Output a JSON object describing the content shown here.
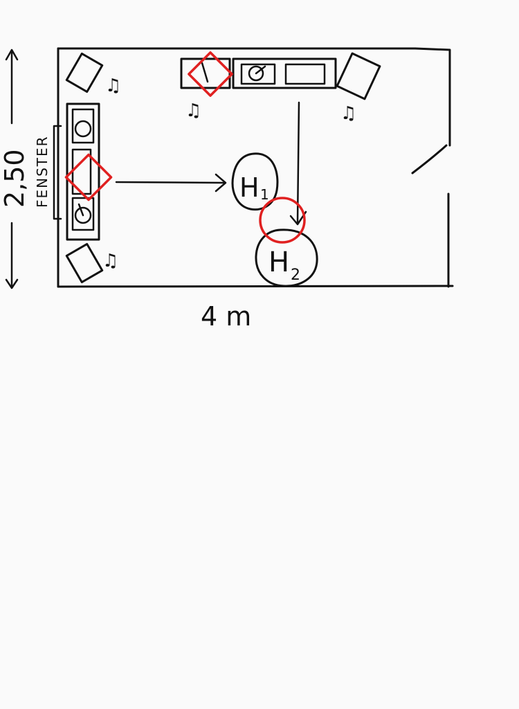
{
  "dimensions": {
    "width_label": "4 m",
    "height_label": "2,50"
  },
  "window_label": "FENSTER",
  "listeners": {
    "h1": {
      "letter": "H",
      "index": "1"
    },
    "h2": {
      "letter": "H",
      "index": "2"
    }
  },
  "note_symbol": "♫",
  "colors": {
    "ink": "#111111",
    "highlight": "#e02020",
    "background": "#fafafa"
  }
}
